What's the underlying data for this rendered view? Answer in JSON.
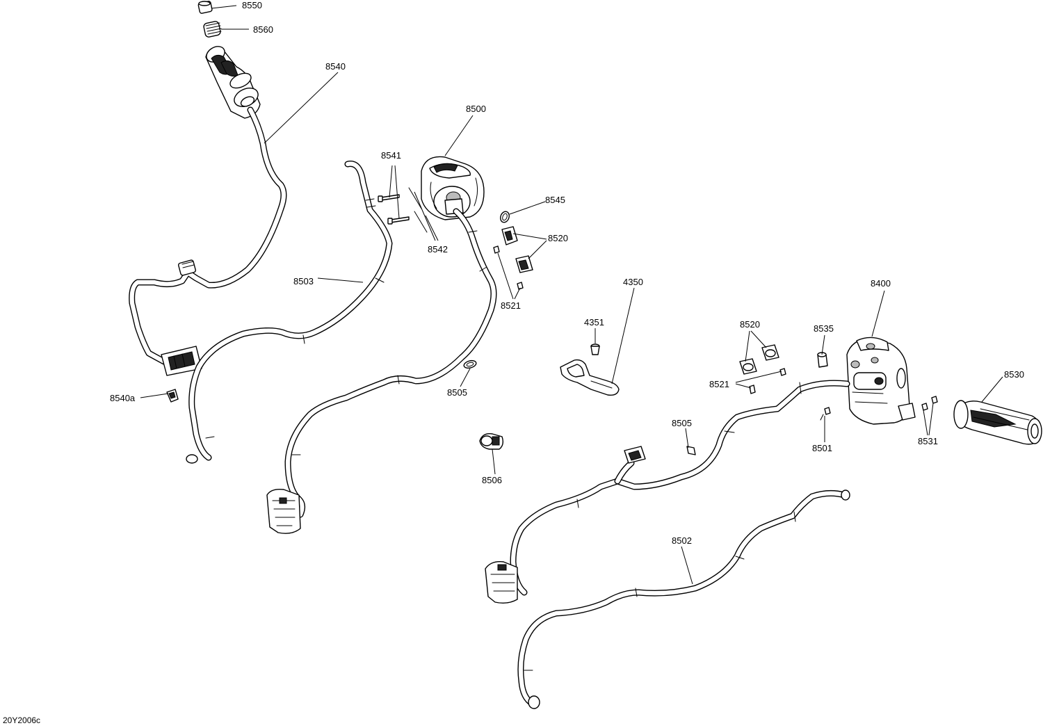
{
  "figure_code": "20Y2006c",
  "callouts": [
    {
      "id": "c8550",
      "label": "8550"
    },
    {
      "id": "c8560",
      "label": "8560"
    },
    {
      "id": "c8540",
      "label": "8540"
    },
    {
      "id": "c8500",
      "label": "8500"
    },
    {
      "id": "c8541",
      "label": "8541"
    },
    {
      "id": "c8545",
      "label": "8545"
    },
    {
      "id": "c8520a",
      "label": "8520"
    },
    {
      "id": "c8542",
      "label": "8542"
    },
    {
      "id": "c8503",
      "label": "8503"
    },
    {
      "id": "c8521a",
      "label": "8521"
    },
    {
      "id": "c4350",
      "label": "4350"
    },
    {
      "id": "c8400",
      "label": "8400"
    },
    {
      "id": "c4351",
      "label": "4351"
    },
    {
      "id": "c8520b",
      "label": "8520"
    },
    {
      "id": "c8535",
      "label": "8535"
    },
    {
      "id": "c8521b",
      "label": "8521"
    },
    {
      "id": "c8530",
      "label": "8530"
    },
    {
      "id": "c8540a",
      "label": "8540a"
    },
    {
      "id": "c8505a",
      "label": "8505"
    },
    {
      "id": "c8505b",
      "label": "8505"
    },
    {
      "id": "c8501",
      "label": "8501"
    },
    {
      "id": "c8531",
      "label": "8531"
    },
    {
      "id": "c8506",
      "label": "8506"
    },
    {
      "id": "c8502",
      "label": "8502"
    }
  ]
}
